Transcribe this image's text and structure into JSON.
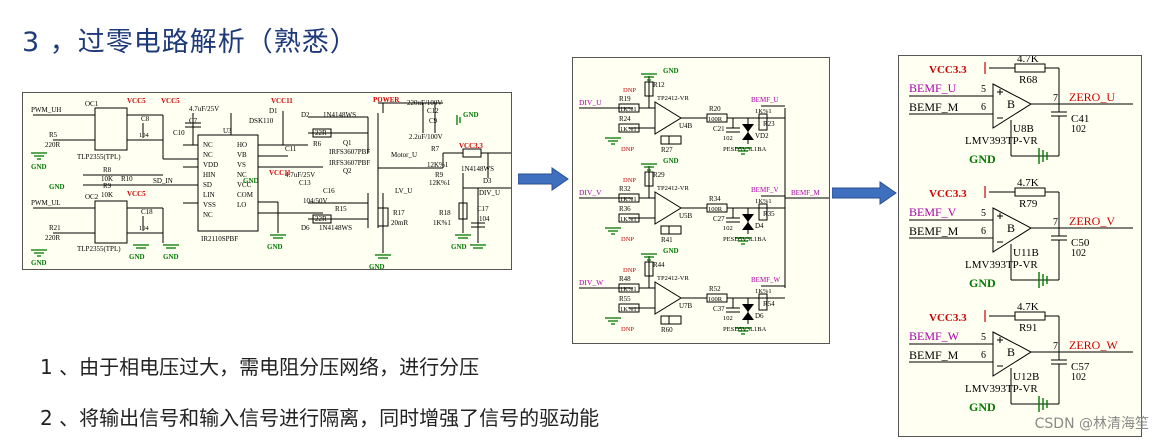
{
  "title": "3 ，过零电路解析（熟悉）",
  "notes": [
    "1 、由于相电压过大，需电阻分压网络，进行分压",
    "2 、将输出信号和输入信号进行隔离，同时增强了信号的驱动能"
  ],
  "watermark": "CSDN @林清海笙",
  "colors": {
    "net_label": "#cc0000",
    "gnd": "#007a00",
    "wire": "#000000",
    "bemf": "#aa00aa",
    "panel": "#fffff2",
    "arrow": "#3f6fbf",
    "title": "#1f3a7a"
  },
  "panel1": {
    "pwm_uh": "PWM_UH",
    "pwm_ul": "PWM_UL",
    "oc1": "OC1",
    "oc2": "OC2",
    "tlp1": "TLP2355(TPL)",
    "tlp2": "TLP2355(TPL)",
    "vcc5a": "VCC5",
    "vcc5b": "VCC5",
    "vcc5c": "VCC5",
    "vcc11a": "VCC11",
    "vcc11b": "VCC11",
    "vcc33": "VCC3.3",
    "power": "POWER",
    "gnd": "GND",
    "r5": "R5",
    "r5v": "220R",
    "r21": "R21",
    "r21v": "220R",
    "r8": "R8",
    "r8v": "10K",
    "r9": "R9",
    "r9v": "10K",
    "r10": "R10",
    "c8": "C8",
    "c18": "C18",
    "c104": "104",
    "c7": "C7",
    "c7v": "4.7uF/25V",
    "c10": "C10",
    "u3": "U3",
    "u3part": "IR2110SPBF",
    "pins_left": [
      "NC",
      "NC",
      "VDD",
      "HIN",
      "SD",
      "LIN",
      "VSS",
      "NC"
    ],
    "pins_right": [
      "HO",
      "VB",
      "VS",
      "NC",
      "VCC",
      "COM",
      "LO"
    ],
    "sd_in": "SD_IN",
    "d1": "D1",
    "d1v": "DSK110",
    "d2": "D2",
    "d2v": "1N4148WS",
    "d6": "D6",
    "d6v": "1N4148WS",
    "r6": "R6",
    "r6v": "22R",
    "r15": "R15",
    "r15v": "22R",
    "q1": "Q1",
    "q1v": "IRFS3607PBF",
    "q2": "Q2",
    "q2v": "IRFS3607PBF",
    "c11": "C11",
    "c13": "C13",
    "c13v": "4.7uF/25V",
    "c12": "C12",
    "c12v": "220uF/100V",
    "c9": "C9",
    "c9v": "2.2uF/100V",
    "c1005": "104/50V",
    "c16": "C16",
    "motor_u": "Motor_U",
    "lv_u": "LV_U",
    "div_u": "DIV_U",
    "r7": "R7",
    "r7v": "12K%1",
    "r9b": "R9",
    "r9bv": "12K%1",
    "d3": "D3",
    "d3v": "1N4148WS",
    "r17": "R17",
    "r17v": "20mR",
    "r18": "R18",
    "r18v": "1K%1",
    "c17": "C17",
    "c17v": "104"
  },
  "panel2": {
    "dnp": "DNP",
    "gnd": "GND",
    "stages": [
      {
        "div": "DIV_U",
        "r_top": "R12",
        "r_in": "R19",
        "r_in_v": "1K%1",
        "op": "TP2412-VR",
        "u": "U4B",
        "r_fb": "R24",
        "r_fb_v": "1K%1",
        "r_g": "R27",
        "r_out": "R20",
        "r_out_v": "100R",
        "bemf": "BEMF_U",
        "r_bemf": "1K%1",
        "c": "C21",
        "c_v": "102",
        "d": "VD2",
        "r_b": "R23",
        "pesd": "PESD5V3L1BA",
        "k": "1K%1"
      },
      {
        "div": "DIV_V",
        "r_top": "R29",
        "r_in": "R32",
        "r_in_v": "1K%1",
        "op": "TP2412-VR",
        "u": "U5B",
        "r_fb": "R36",
        "r_fb_v": "1K%1",
        "r_g": "R41",
        "r_out": "R34",
        "r_out_v": "100R",
        "bemf": "BEMF_V",
        "r_bemf": "1K%1",
        "c": "C27",
        "c_v": "102",
        "d": "D4",
        "r_b": "R35",
        "pesd": "PESD5V3L1BA",
        "k": "1K%1"
      },
      {
        "div": "DIV_W",
        "r_top": "R44",
        "r_in": "R48",
        "r_in_v": "1K%1",
        "op": "TP2412-VR",
        "u": "U7B",
        "r_fb": "R55",
        "r_fb_v": "1K%1",
        "r_g": "R60",
        "r_out": "R52",
        "r_out_v": "100R",
        "bemf": "BEMF_W",
        "r_bemf": "1K%1",
        "c": "C37",
        "c_v": "102",
        "d": "D6",
        "r_b": "R54",
        "pesd": "PESD5V3L1BA",
        "k": "1K%1"
      }
    ],
    "bemf_m": "BEMF_M"
  },
  "panel3": {
    "stages": [
      {
        "vcc": "VCC3.3",
        "r": "4.7K",
        "rname": "R68",
        "in_p": "BEMF_U",
        "pin_p": "5",
        "in_m": "BEMF_M",
        "pin_m": "6",
        "pin_o": "7",
        "b": "B",
        "u": "U8B",
        "part": "LMV393TP-VR",
        "out": "ZERO_U",
        "c": "C41",
        "cv": "102",
        "gnd": "GND"
      },
      {
        "vcc": "VCC3.3",
        "r": "4.7K",
        "rname": "R79",
        "in_p": "BEMF_V",
        "pin_p": "5",
        "in_m": "BEMF_M",
        "pin_m": "6",
        "pin_o": "7",
        "b": "B",
        "u": "U11B",
        "part": "LMV393TP-VR",
        "out": "ZERO_V",
        "c": "C50",
        "cv": "102",
        "gnd": "GND"
      },
      {
        "vcc": "VCC3.3",
        "r": "4.7K",
        "rname": "R91",
        "in_p": "BEMF_W",
        "pin_p": "5",
        "in_m": "BEMF_M",
        "pin_m": "6",
        "pin_o": "7",
        "b": "B",
        "u": "U12B",
        "part": "LMV393TP-VR",
        "out": "ZERO_W",
        "c": "C57",
        "cv": "102",
        "gnd": "GND"
      }
    ]
  }
}
